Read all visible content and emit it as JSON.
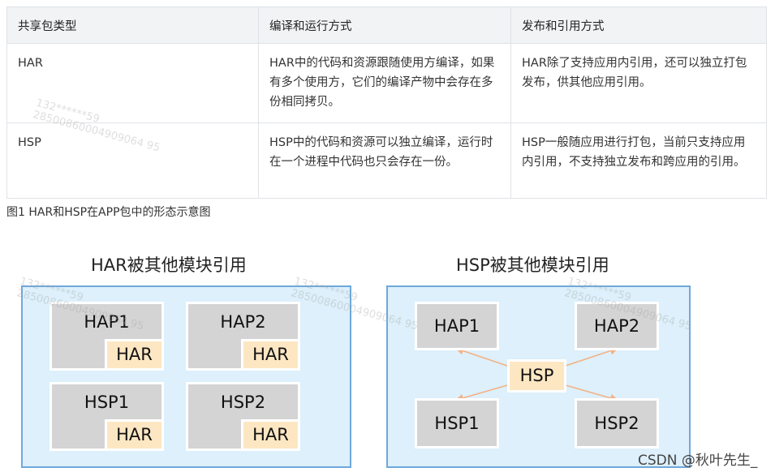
{
  "table": {
    "headers": [
      "共享包类型",
      "编译和运行方式",
      "发布和引用方式"
    ],
    "rows": [
      [
        "HAR",
        "HAR中的代码和资源跟随使用方编译，如果有多个使用方，它们的编译产物中会存在多份相同拷贝。",
        "HAR除了支持应用内引用，还可以独立打包发布，供其他应用引用。"
      ],
      [
        "HSP",
        "HSP中的代码和资源可以独立编译，运行时在一个进程中代码也只会存在一份。",
        "HSP一般随应用进行打包，当前只支持应用内引用，不支持独立发布和跨应用的引用。"
      ]
    ]
  },
  "caption": "图1 HAR和HSP在APP包中的形态示意图",
  "diagram": {
    "left": {
      "title": "HAR被其他模块引用",
      "modules": [
        {
          "name": "HAP1",
          "tag": "HAR"
        },
        {
          "name": "HAP2",
          "tag": "HAR"
        },
        {
          "name": "HSP1",
          "tag": "HAR"
        },
        {
          "name": "HSP2",
          "tag": "HAR"
        }
      ]
    },
    "right": {
      "title": "HSP被其他模块引用",
      "center": "HSP",
      "modules": [
        "HAP1",
        "HAP2",
        "HSP1",
        "HSP2"
      ]
    }
  },
  "colors": {
    "panel_bg": "#ddf0fb",
    "panel_border": "#6fa8dc",
    "module_bg": "#d4d4d4",
    "har_bg": "#fde7c3",
    "arrow": "#f4b183"
  },
  "watermark": {
    "line1": "132******59",
    "line2": "28500860004909064 95"
  },
  "credit": "CSDN @秋叶先生_"
}
